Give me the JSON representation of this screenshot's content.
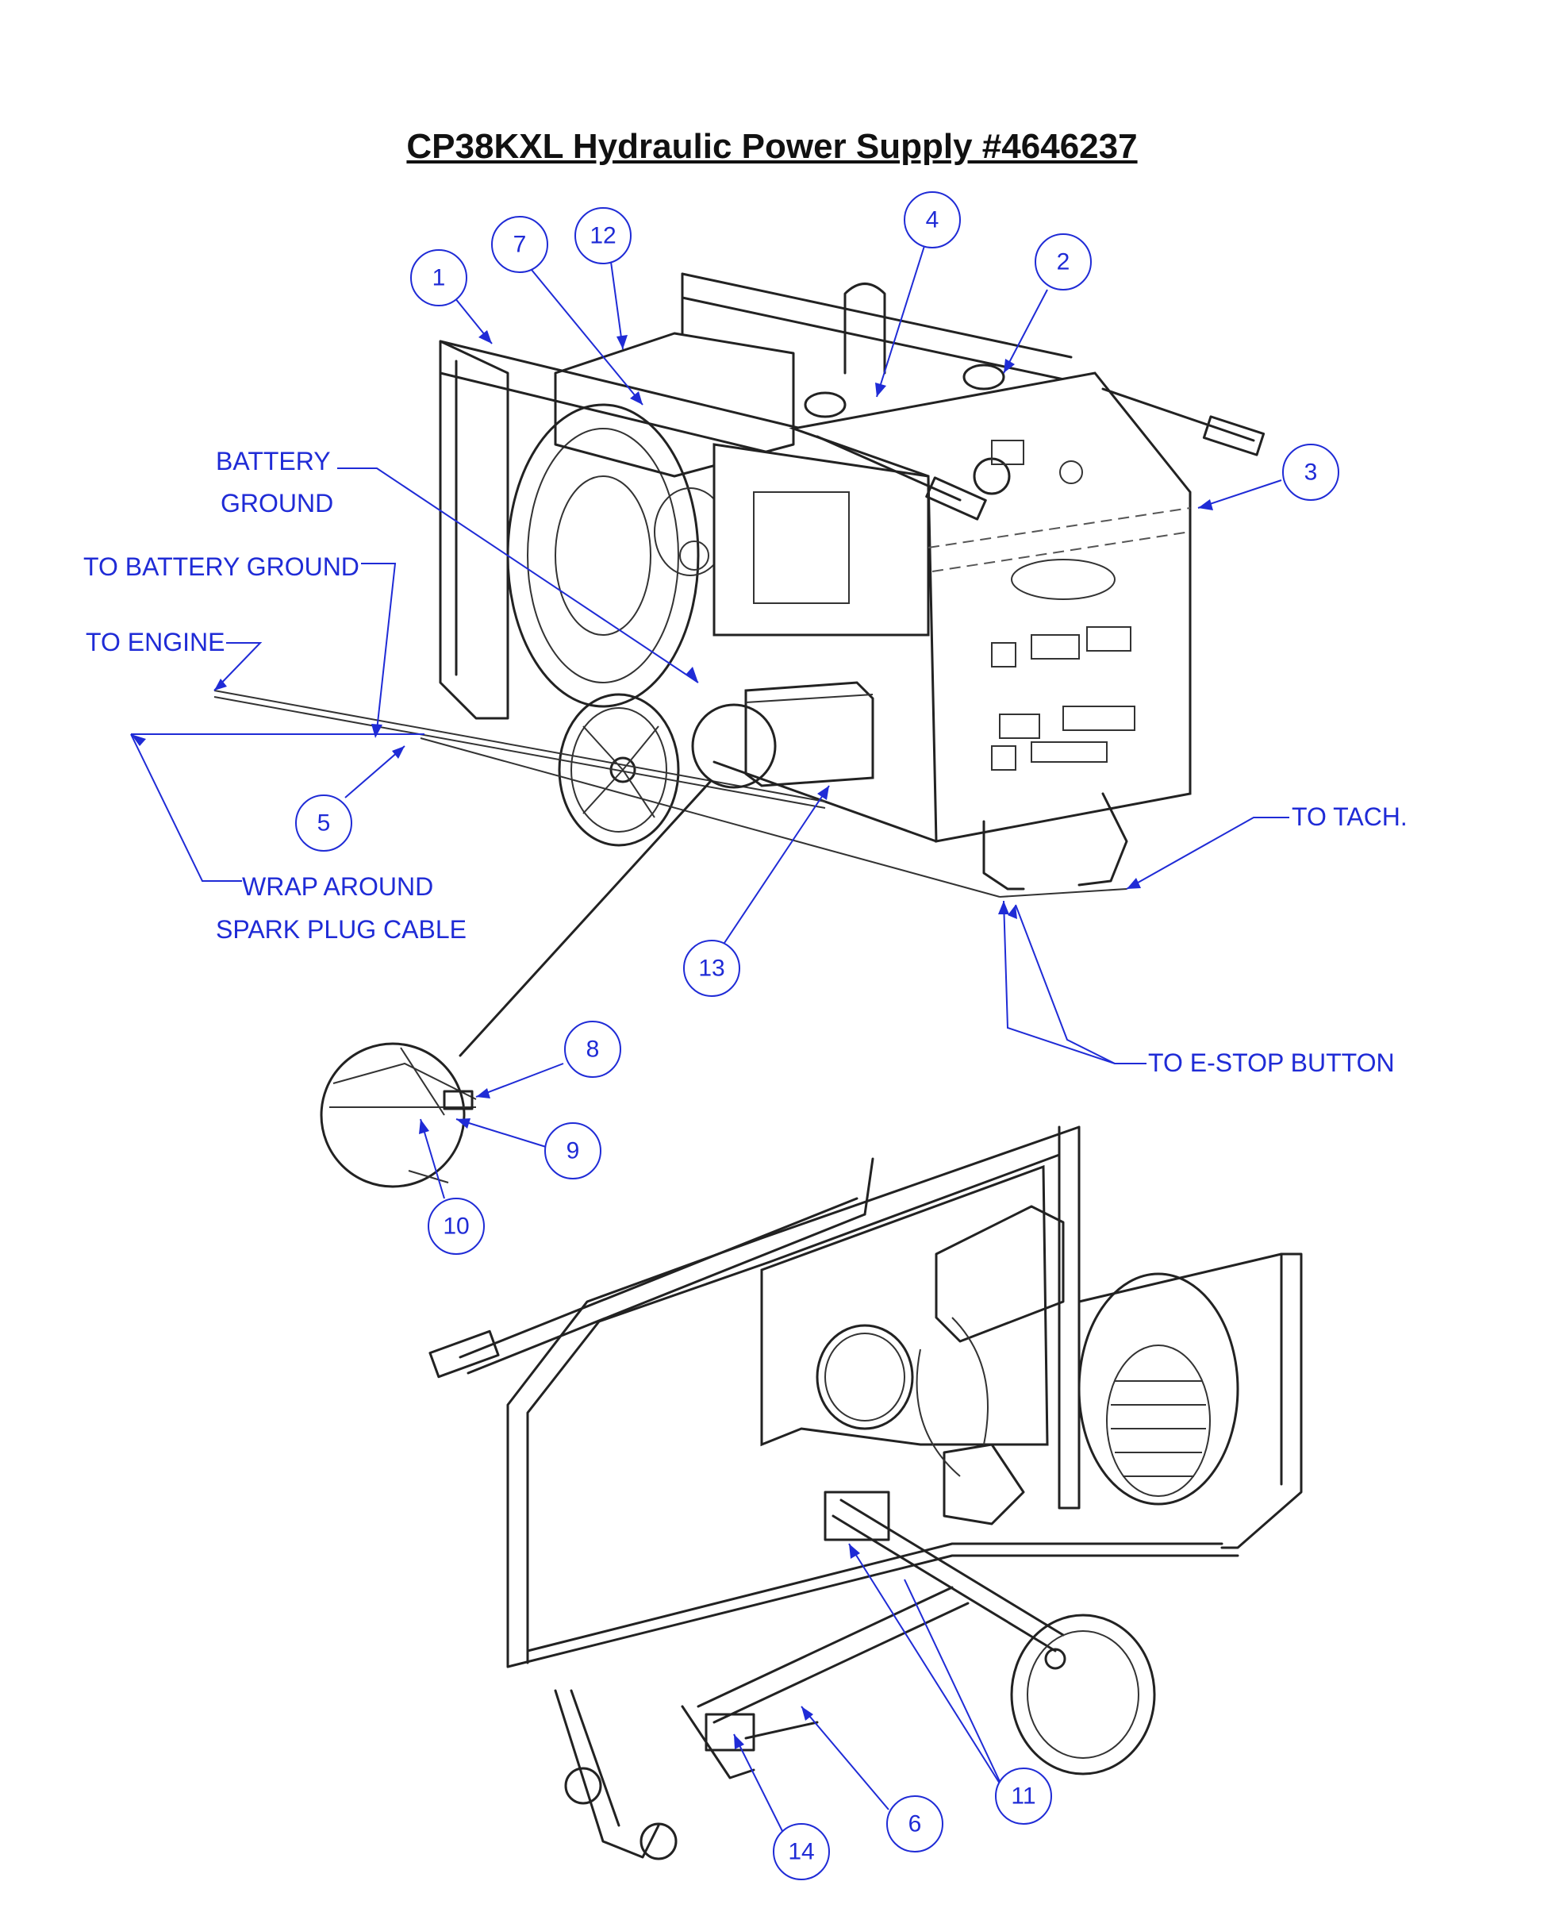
{
  "title": "CP38KXL Hydraulic Power Supply #4646237",
  "callouts": [
    "1",
    "2",
    "3",
    "4",
    "5",
    "6",
    "7",
    "8",
    "9",
    "10",
    "11",
    "12",
    "13",
    "14"
  ],
  "notes": {
    "battery_ground_1": "BATTERY",
    "battery_ground_2": "GROUND",
    "to_battery_ground": "TO BATTERY GROUND",
    "to_engine": "TO ENGINE",
    "wrap_around_1": "WRAP AROUND",
    "wrap_around_2": "SPARK PLUG CABLE",
    "to_tach": "TO TACH.",
    "to_estop": "TO E-STOP BUTTON"
  },
  "colors": {
    "annotation": "#1f2bd6",
    "linework": "#222222"
  }
}
